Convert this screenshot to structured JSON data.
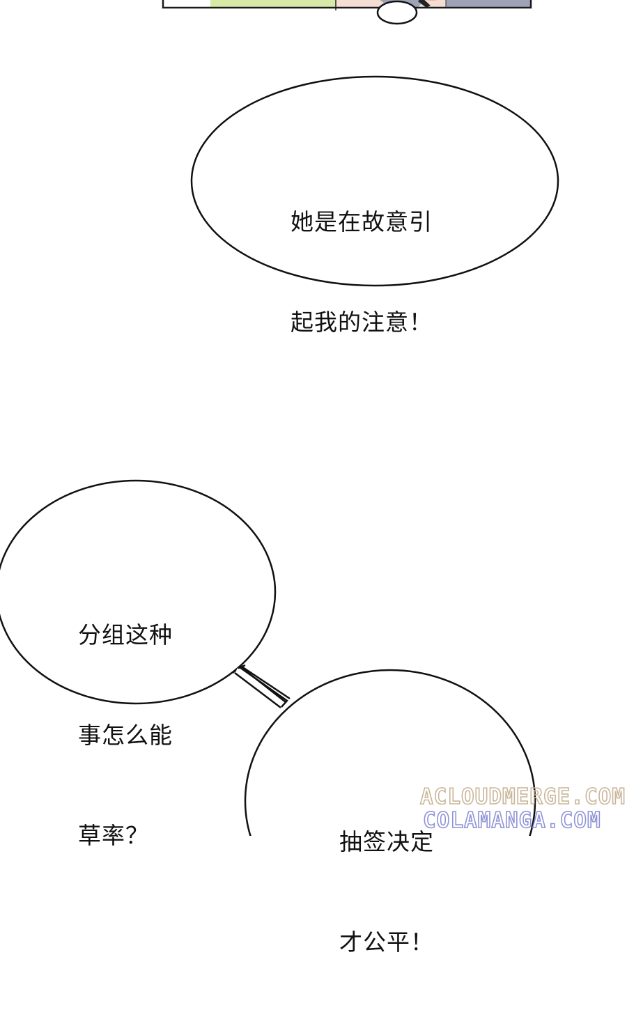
{
  "comic_page": {
    "top_panel": {
      "description": "cropped bottom edge of previous comic panel",
      "colors": {
        "border": "#1a1a1a",
        "green_bg": "#d6e9a6",
        "skin": "#f6ddd4",
        "hair": "#9ea3b8",
        "blush": "#eab1a0"
      }
    },
    "bubbles": [
      {
        "id": "bubble-1",
        "lines": [
          "她是在故意引",
          "起我的注意！"
        ]
      },
      {
        "id": "bubble-2",
        "lines": [
          "分组这种",
          "事怎么能",
          "草率？"
        ]
      },
      {
        "id": "bubble-3",
        "lines": [
          "抽签决定",
          "才公平！"
        ]
      }
    ],
    "watermarks": [
      {
        "text": "ACLOUDMERGE.COM",
        "color": "#c9b69a"
      },
      {
        "text": "COLAMANGA.COM",
        "color": "#8f93d6"
      }
    ],
    "background_color": "#ffffff",
    "outline_color": "#111111"
  }
}
